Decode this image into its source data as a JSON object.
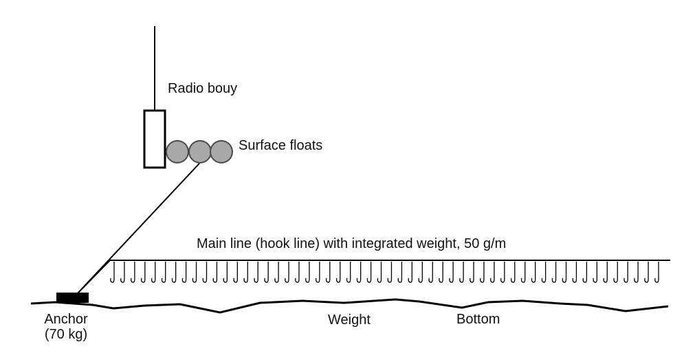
{
  "labels": {
    "radio_buoy": "Radio bouy",
    "surface_floats": "Surface floats",
    "main_line": "Main line (hook line) with integrated weight, 50 g/m",
    "anchor_line1": "Anchor",
    "anchor_line2": "(70 kg)",
    "weight": "Weight",
    "bottom": "Bottom"
  },
  "colors": {
    "line": "#000000",
    "float_fill": "#a9a9a9",
    "float_stroke": "#4a4a4a",
    "background": "#ffffff"
  },
  "hooks": {
    "count": 54
  }
}
